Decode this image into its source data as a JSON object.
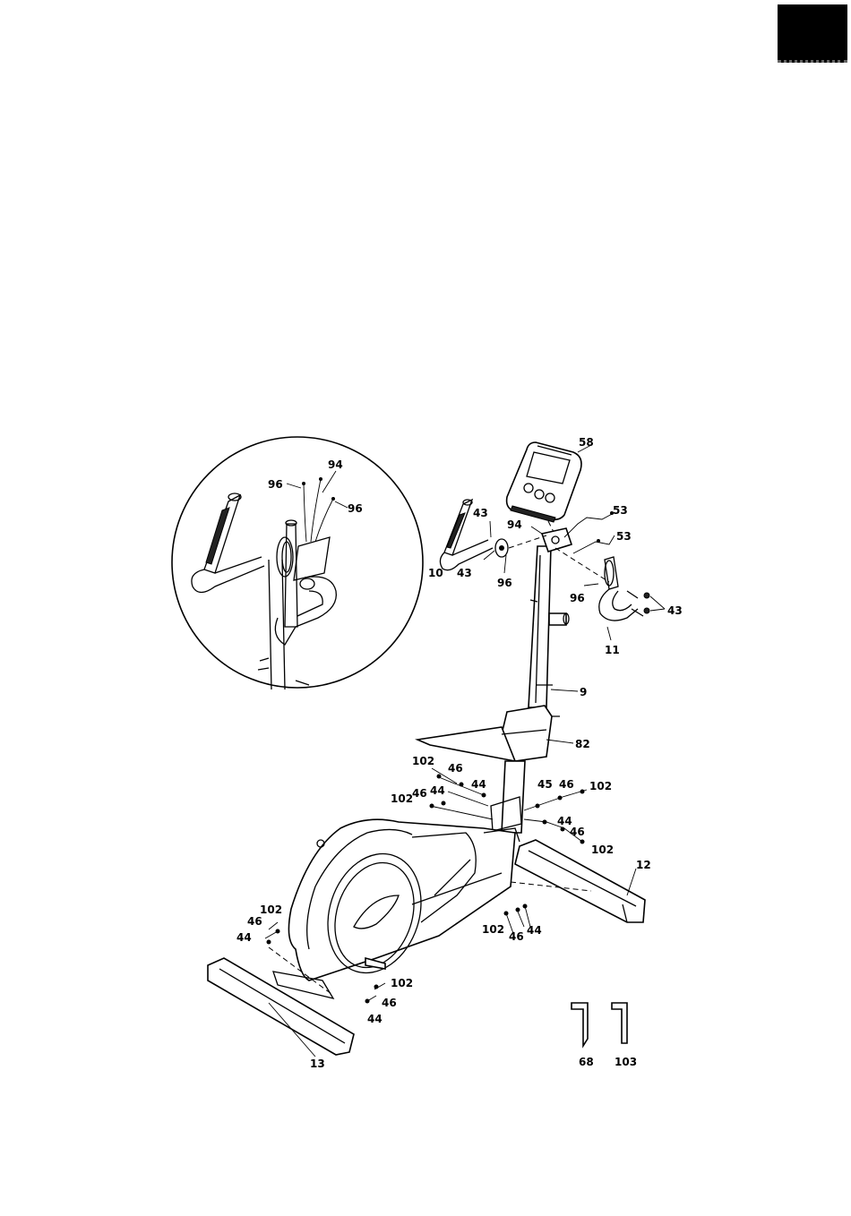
{
  "diagram": {
    "part_labels": {
      "p58": "58",
      "p53a": "53",
      "p53b": "53",
      "p43a": "43",
      "p43b": "43",
      "p43c": "43",
      "p94a": "94",
      "p94b": "94",
      "p96a": "96",
      "p96b": "96",
      "p96c": "96",
      "p96d": "96",
      "p10": "10",
      "p11": "11",
      "p9": "9",
      "p82": "82",
      "p102a": "102",
      "p102b": "102",
      "p102c": "102",
      "p102d": "102",
      "p102e": "102",
      "p102f": "102",
      "p102g": "102",
      "p46a": "46",
      "p46b": "46",
      "p46c": "46",
      "p46d": "46",
      "p46e": "46",
      "p46f": "46",
      "p46g": "46",
      "p44a": "44",
      "p44b": "44",
      "p44c": "44",
      "p44d": "44",
      "p44e": "44",
      "p44f": "44",
      "p45": "45",
      "p12": "12",
      "p13": "13",
      "p68": "68",
      "p103": "103"
    }
  }
}
